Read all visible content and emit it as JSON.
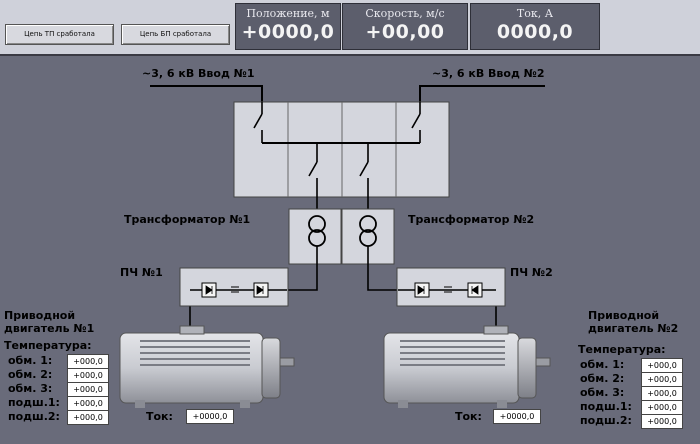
{
  "header": {
    "btn_tp": "Цепь ТП сработала",
    "btn_bp": "Цепь БП сработала",
    "position": {
      "title": "Положение, м",
      "value": "+0000,0"
    },
    "speed": {
      "title": "Скорость, м/с",
      "value": "+00,00"
    },
    "current": {
      "title": "Ток, А",
      "value": "0000,0"
    }
  },
  "inputs": {
    "input1": "~3, 6 кВ Ввод №1",
    "input2": "~3, 6 кВ Ввод №2"
  },
  "transformers": {
    "t1": "Трансформатор №1",
    "t2": "Трансформатор №2"
  },
  "converters": {
    "pch1": "ПЧ №1",
    "pch2": "ПЧ №2"
  },
  "motor1": {
    "title_line1": "Приводной",
    "title_line2": "двигатель №1",
    "temp_title": "Температура:",
    "temps": [
      {
        "label": "обм. 1:",
        "value": "+000,0"
      },
      {
        "label": "обм. 2:",
        "value": "+000,0"
      },
      {
        "label": "обм. 3:",
        "value": "+000,0"
      },
      {
        "label": "подш.1:",
        "value": "+000,0"
      },
      {
        "label": "подш.2:",
        "value": "+000,0"
      }
    ],
    "current_label": "Ток:",
    "current_value": "+0000,0"
  },
  "motor2": {
    "title_line1": "Приводной",
    "title_line2": "двигатель №2",
    "temp_title": "Температура:",
    "temps": [
      {
        "label": "обм. 1:",
        "value": "+000,0"
      },
      {
        "label": "обм. 2:",
        "value": "+000,0"
      },
      {
        "label": "обм. 3:",
        "value": "+000,0"
      },
      {
        "label": "подш.1:",
        "value": "+000,0"
      },
      {
        "label": "подш.2:",
        "value": "+000,0"
      }
    ],
    "current_label": "Ток:",
    "current_value": "+0000,0"
  }
}
